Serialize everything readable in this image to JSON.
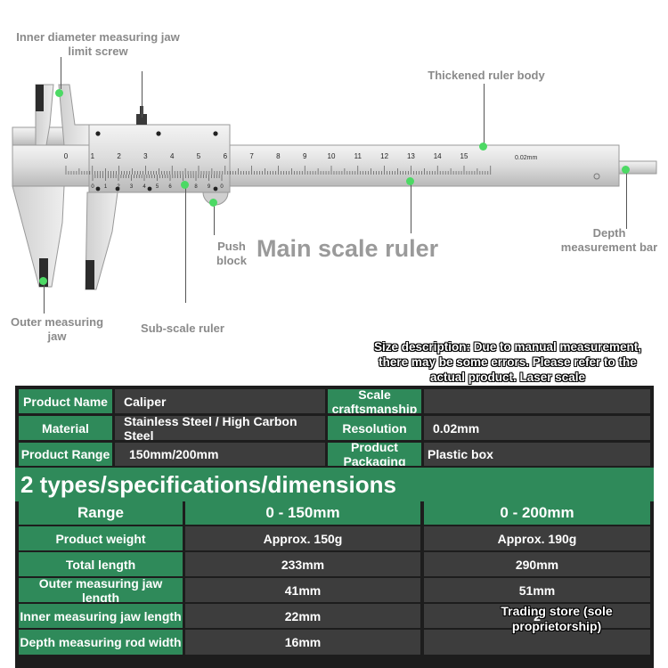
{
  "callouts": {
    "inner_screw": "Inner diameter measuring jaw limit screw",
    "ruler_body": "Thickened ruler body",
    "depth_bar": "Depth measurement bar",
    "push_block": "Push block",
    "main_scale": "Main scale ruler",
    "outer_jaw": "Outer measuring jaw",
    "sub_scale": "Sub-scale ruler"
  },
  "ruler": {
    "main_numbers": [
      "0",
      "1",
      "2",
      "3",
      "4",
      "5",
      "6",
      "7",
      "8",
      "9",
      "10",
      "11",
      "12",
      "13",
      "14",
      "15"
    ],
    "vernier_numbers": [
      "0",
      "1",
      "2",
      "3",
      "4",
      "5",
      "6",
      "7",
      "8",
      "9",
      "0"
    ],
    "precision_mark": "0.02mm"
  },
  "size_note": "Size description: Due to manual measurement, there may be some errors. Please refer to the actual product. Laser scale",
  "info_table": {
    "product_name_label": "Product Name",
    "product_name_value": "Caliper",
    "scale_label": "Scale craftsmanship",
    "scale_value": "",
    "material_label": "Material",
    "material_value": "Stainless Steel / High Carbon Steel",
    "resolution_label": "Resolution",
    "resolution_value": "0.02mm",
    "range_label": "Product Range",
    "range_value": "150mm/200mm",
    "packaging_label": "Product Packaging",
    "packaging_value": "Plastic box"
  },
  "spec_heading": "2 types/specifications/dimensions",
  "spec_table": {
    "rows": [
      {
        "label": "Range",
        "a": "0 - 150mm",
        "b": "0 - 200mm"
      },
      {
        "label": "Product weight",
        "a": "Approx. 150g",
        "b": "Approx. 190g"
      },
      {
        "label": "Total length",
        "a": "233mm",
        "b": "290mm"
      },
      {
        "label": "Outer measuring jaw length",
        "a": "41mm",
        "b": "51mm"
      },
      {
        "label": "Inner measuring jaw length",
        "a": "22mm",
        "b": "2"
      },
      {
        "label": "Depth measuring rod width",
        "a": "16mm",
        "b": ""
      }
    ]
  },
  "watermark": "Trading store (sole proprietorship)",
  "colors": {
    "green": "#2f8a5a",
    "dark": "#3d3d3d",
    "accent_dot": "#4cd964"
  }
}
